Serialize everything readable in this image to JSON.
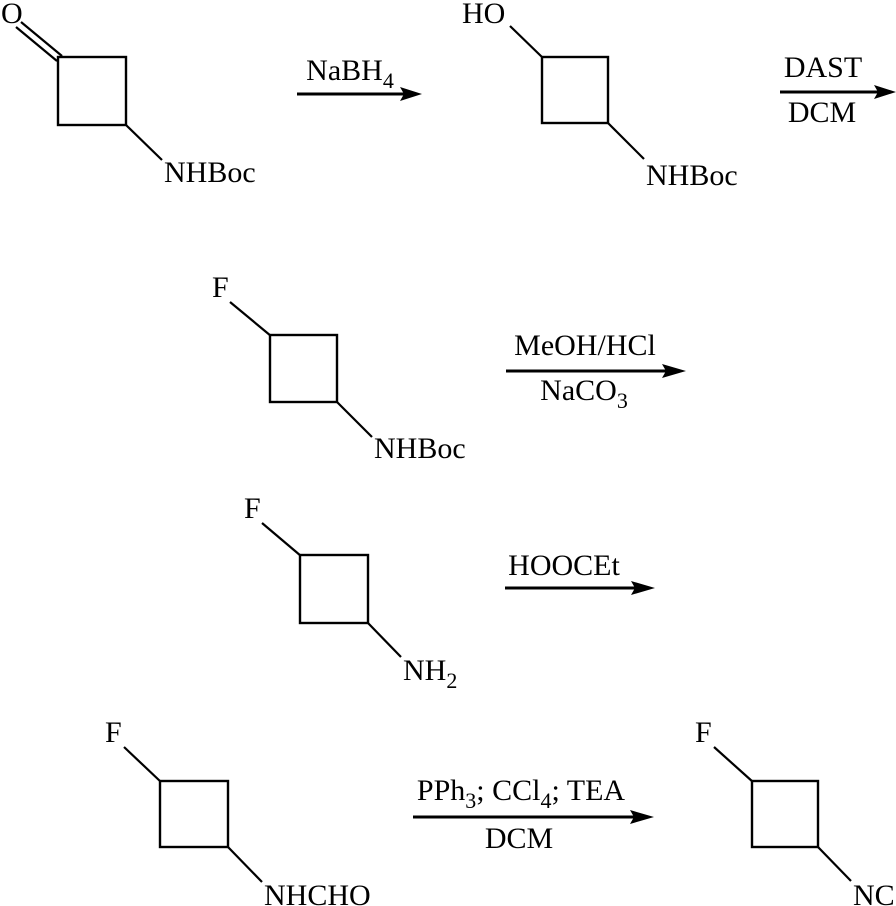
{
  "colors": {
    "background": "#ffffff",
    "ink": "#000000"
  },
  "molecules": [
    {
      "top_label": "O",
      "bottom_label": "NHBoc"
    },
    {
      "top_label": "HO",
      "bottom_label": "NHBoc"
    },
    {
      "top_label": "F",
      "bottom_label": "NHBoc"
    },
    {
      "top_label": "F",
      "bottom_label_main": "NH",
      "bottom_label_sub": "2"
    },
    {
      "top_label": "F",
      "bottom_label": "NHCHO"
    },
    {
      "top_label": "F",
      "bottom_label": "NC"
    }
  ],
  "arrows": [
    {
      "above_main": "NaBH",
      "above_sub": "4"
    },
    {
      "above": "DAST",
      "below": "DCM"
    },
    {
      "above": "MeOH/HCl",
      "below_main": "NaCO",
      "below_sub": "3"
    },
    {
      "above": "HOOCEt"
    },
    {
      "above_seg1": "PPh",
      "above_sub1": "3",
      "above_seg2": "; CCl",
      "above_sub2": "4",
      "above_seg3": "; TEA",
      "below": "DCM"
    }
  ]
}
